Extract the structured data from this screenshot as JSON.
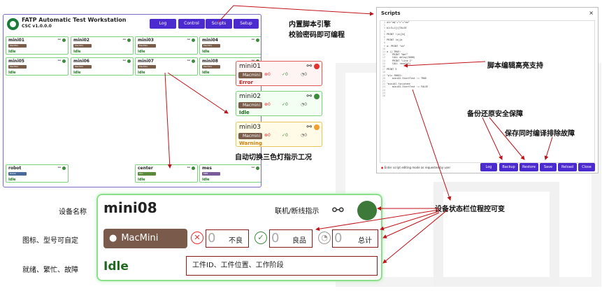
{
  "workstation": {
    "title": "FATP Automatic Test Workstation",
    "subtitle": "CSC v1.0.0.0",
    "buttons": [
      "Log",
      "Control",
      "Scripts",
      "Setup"
    ],
    "stations": [
      {
        "name": "mini01",
        "model": "MacMini",
        "status": "Idle"
      },
      {
        "name": "mini02",
        "model": "MacMini",
        "status": "Idle"
      },
      {
        "name": "mini03",
        "model": "MacMini",
        "status": "Idle"
      },
      {
        "name": "mini04",
        "model": "MacMini",
        "status": "Idle"
      },
      {
        "name": "mini05",
        "model": "MacMini",
        "status": "Idle"
      },
      {
        "name": "mini06",
        "model": "MacMini",
        "status": "Idle"
      },
      {
        "name": "mini07",
        "model": "MacMini",
        "status": "Idle"
      },
      {
        "name": "mini08",
        "model": "MacMini",
        "status": "Idle"
      }
    ],
    "bottom_stations": [
      {
        "name": "robot",
        "model": "Robot",
        "status": "Idle"
      },
      {
        "name": "center",
        "model": "PLC",
        "status": "Idle"
      },
      {
        "name": "mes",
        "model": "MES",
        "status": "Idle"
      }
    ]
  },
  "status_cards": [
    {
      "name": "mini01",
      "model": "Macmini",
      "counts": [
        "0",
        "0",
        "0"
      ],
      "status": "Error",
      "color": "#e53030",
      "border": "#e05a5a",
      "bg": "#fff0f0"
    },
    {
      "name": "mini02",
      "model": "Macmini",
      "counts": [
        "0",
        "0",
        "0"
      ],
      "status": "Idle",
      "color": "#3d8a3d",
      "border": "#7bd47b",
      "bg": "#f0fff0"
    },
    {
      "name": "mini03",
      "model": "Macmini",
      "counts": [
        "0",
        "0",
        "0"
      ],
      "status": "Warning",
      "color": "#f0a030",
      "border": "#e8c85a",
      "bg": "#fffbe8"
    }
  ],
  "scripts": {
    "title": "Scripts",
    "close": "×",
    "code": [
      "a1=\"ag\"+\"c\"+\"ao\"",
      "",
      "b1=3+1[j]TALSE",
      "",
      "PRINT !(a)[b]",
      "",
      "PRINT !a||b",
      "",
      "a: PRINT \"ok\"",
      "",
      "a || TRUE:",
      "    PRINT \"Wa?\"",
      "    CALL delay(5000)",
      "    PRINT \"Line 2\"",
      "    CALL rand(t1)",
      "",
      "PRINT 3",
      "",
      "\"plc.f0001:",
      "    mini01.StartTest := TRUE",
      "",
      "\"mini01.finished:",
      "    mini01.StartTest := FALSE",
      "",
      "",
      ""
    ],
    "warning": "Enter script editing mode as requested by user",
    "buttons": [
      "Log",
      "Backup",
      "Restore",
      "Save",
      "Reload",
      "Close"
    ]
  },
  "detail_card": {
    "name": "mini08",
    "model": "MacMini",
    "counts": [
      {
        "value": "0",
        "label": "不良"
      },
      {
        "value": "0",
        "label": "良品"
      },
      {
        "value": "0",
        "label": "总计"
      }
    ],
    "status": "Idle",
    "info": "工件ID、工件位置、工作阶段"
  },
  "annotations": {
    "script_engine_1": "内置脚本引擎",
    "script_engine_2": "校验密码即可编程",
    "highlight": "脚本编辑高亮支持",
    "backup": "备份还原安全保障",
    "save": "保存同时编译排除故障",
    "tri_color": "自动切换三色灯指示工况",
    "status_bar": "设备状态栏位程控可变",
    "device_name": "设备名称",
    "online": "联机/断线指示",
    "icon_model": "图标、型号可自定",
    "states": "就绪、繁忙、故障"
  },
  "colors": {
    "accent_purple": "#4b2ad0",
    "card_green": "#7bd47b",
    "arrow_red": "#c0121a"
  }
}
